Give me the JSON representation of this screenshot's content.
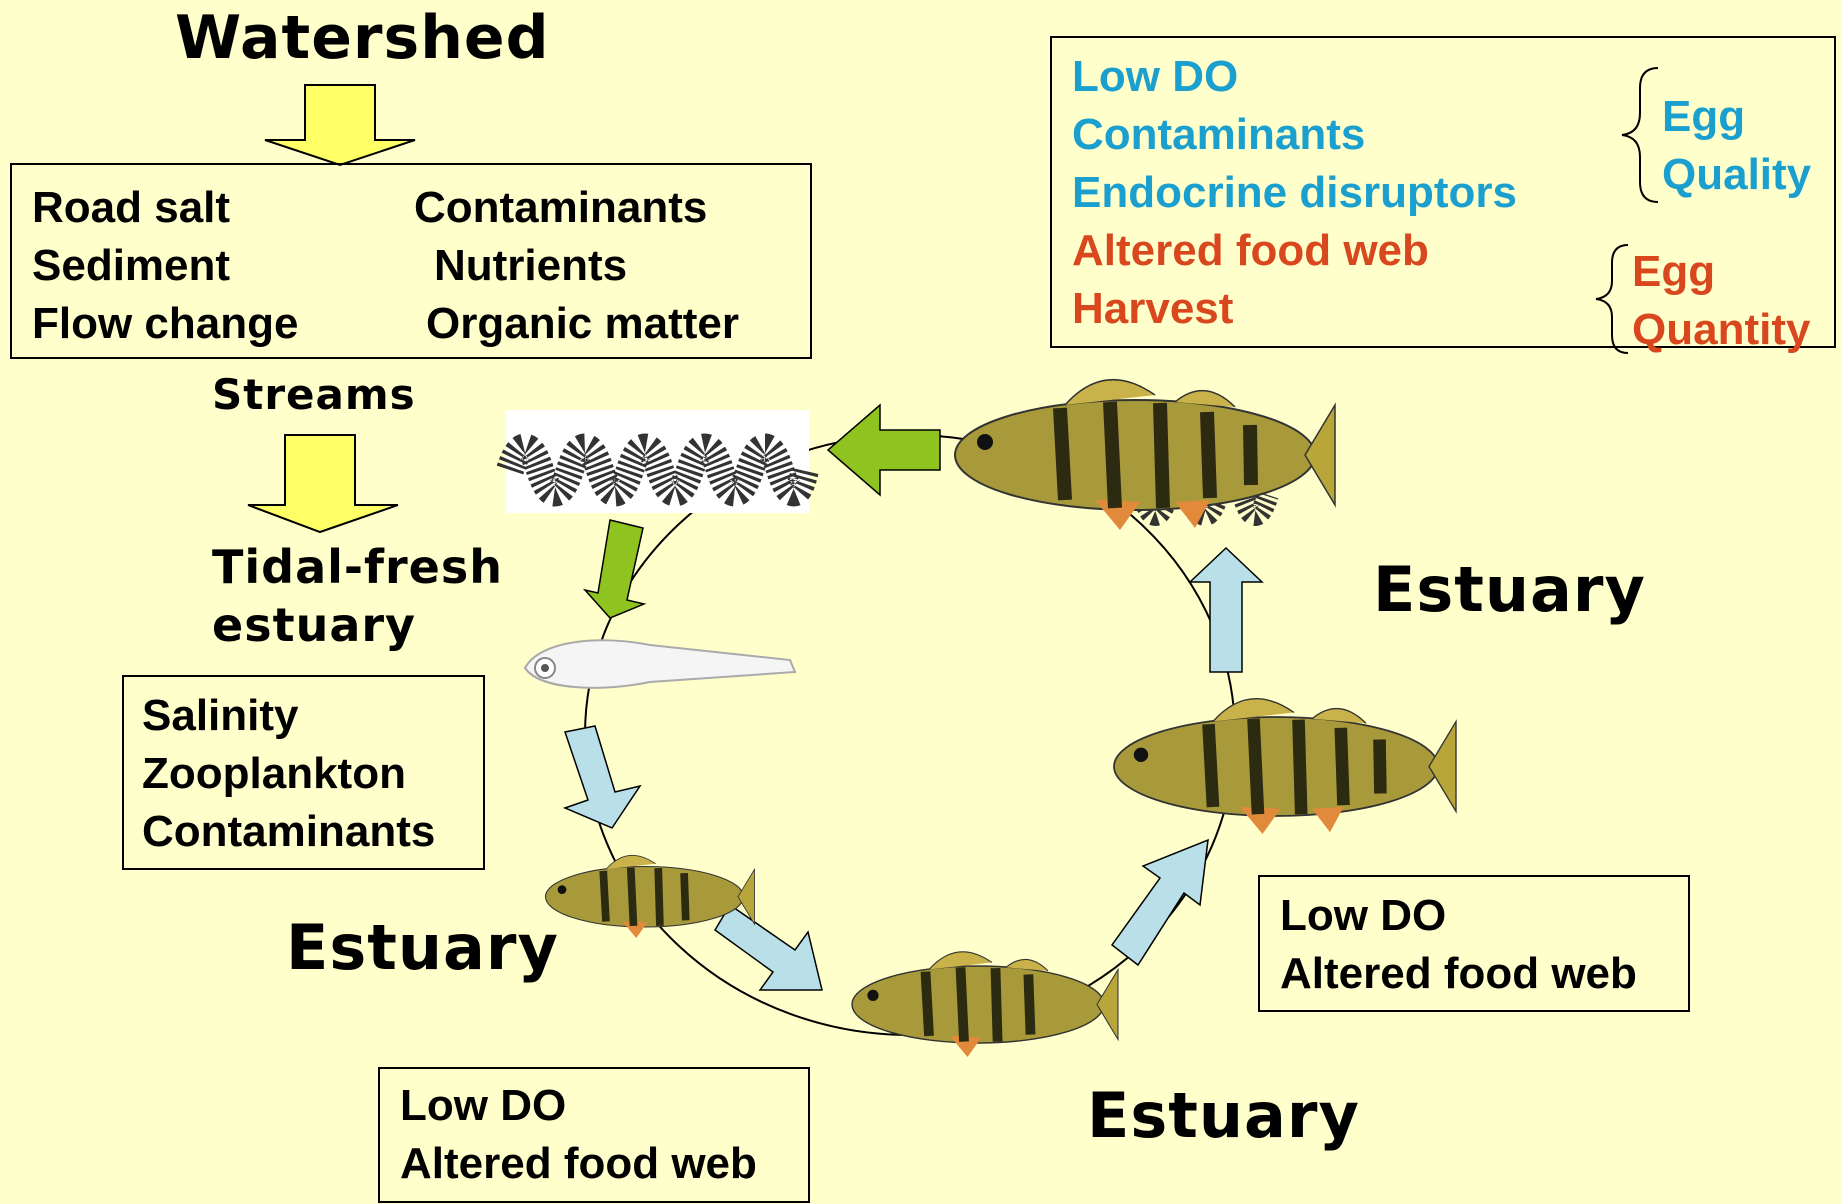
{
  "watershed": {
    "title": "Watershed",
    "factors_left": [
      "Road salt",
      "Sediment",
      "Flow change"
    ],
    "factors_right": [
      "Contaminants",
      "Nutrients",
      "Organic matter"
    ]
  },
  "streams_label": "Streams",
  "tidal_label": [
    "Tidal-fresh",
    "estuary"
  ],
  "larval_box": [
    "Salinity",
    "Zooplankton",
    "Contaminants"
  ],
  "egg_box": {
    "quality_items": [
      "Low DO",
      "Contaminants",
      "Endocrine disruptors"
    ],
    "quantity_items": [
      "Altered food web",
      "Harvest"
    ],
    "egg_quality": [
      "Egg",
      "Quality"
    ],
    "egg_quantity": [
      "Egg",
      "Quantity"
    ]
  },
  "estuary_labels": [
    "Estuary",
    "Estuary",
    "Estuary"
  ],
  "juvenile_box": [
    "Low DO",
    "Altered food web"
  ],
  "adult_box": [
    "Low DO",
    "Altered food web"
  ],
  "colors": {
    "background": "#ffffcc",
    "arrow_yellow": "#ffff66",
    "arrow_green": "#8fc31f",
    "arrow_blue": "#b9dfe8",
    "text_blue": "#1a9fcf",
    "text_orange": "#d9471e",
    "fish_body": "#a89a3a"
  }
}
